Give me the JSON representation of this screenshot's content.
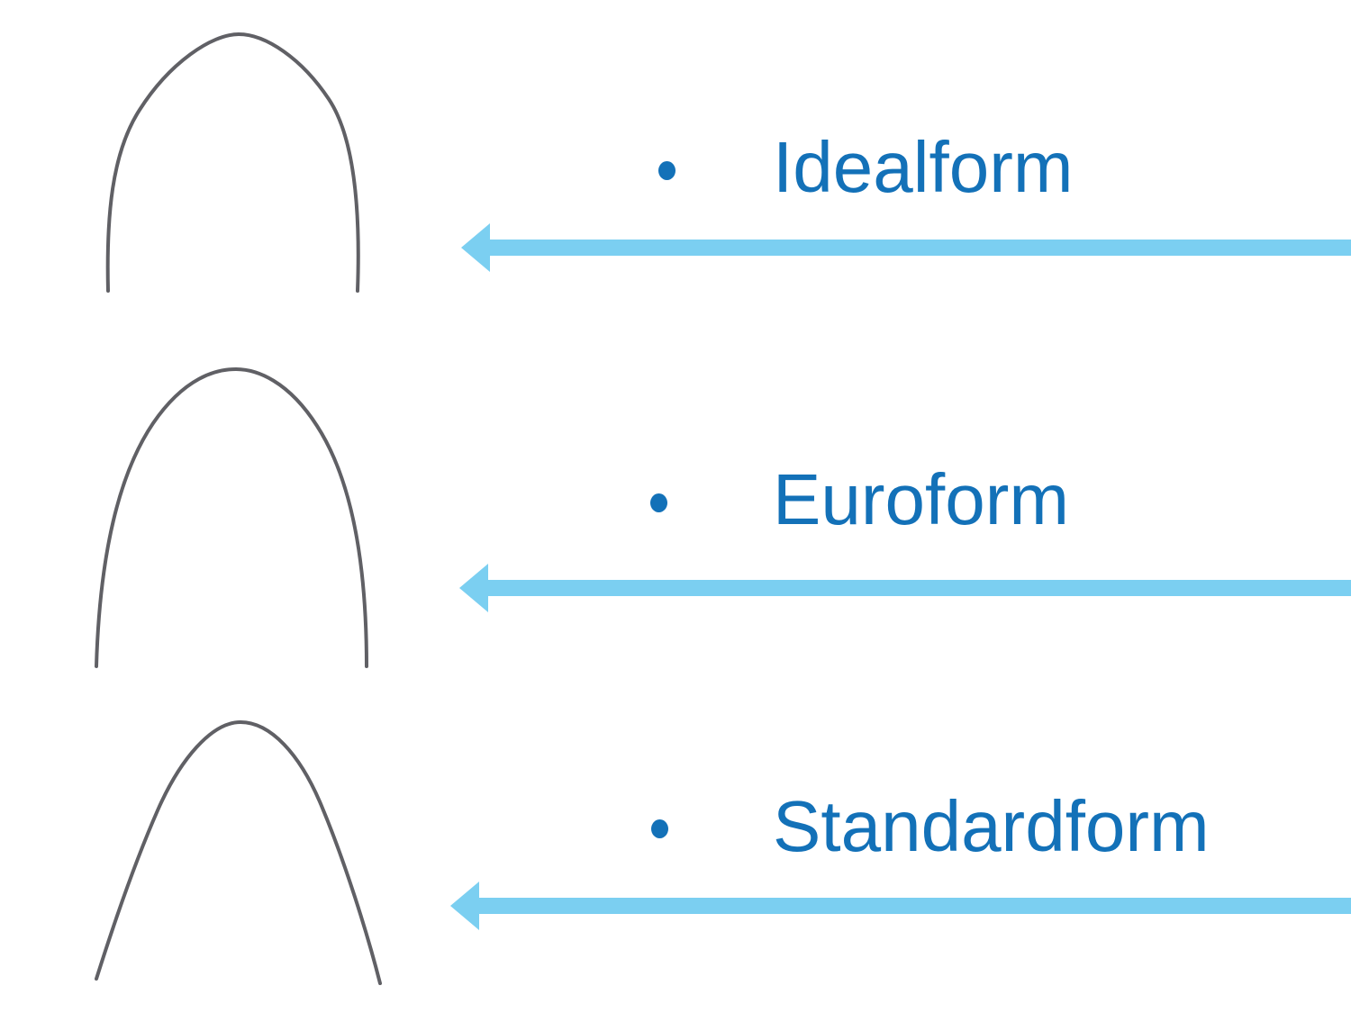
{
  "slide": {
    "background_color": "#ffffff",
    "items": [
      {
        "label": "Idealform",
        "wire_icon": "archwire-idealform-icon",
        "bullet_icon": "bullet-dot-icon",
        "arrow_icon": "left-arrow-icon"
      },
      {
        "label": "Euroform",
        "wire_icon": "archwire-euroform-icon",
        "bullet_icon": "bullet-dot-icon",
        "arrow_icon": "left-arrow-icon"
      },
      {
        "label": "Standardform",
        "wire_icon": "archwire-standardform-icon",
        "bullet_icon": "bullet-dot-icon",
        "arrow_icon": "left-arrow-icon"
      }
    ],
    "colors": {
      "label_text": "#1371b8",
      "bullet": "#1371b8",
      "arrow": "#7bcff1",
      "wire": "#606065",
      "background": "#ffffff"
    }
  }
}
